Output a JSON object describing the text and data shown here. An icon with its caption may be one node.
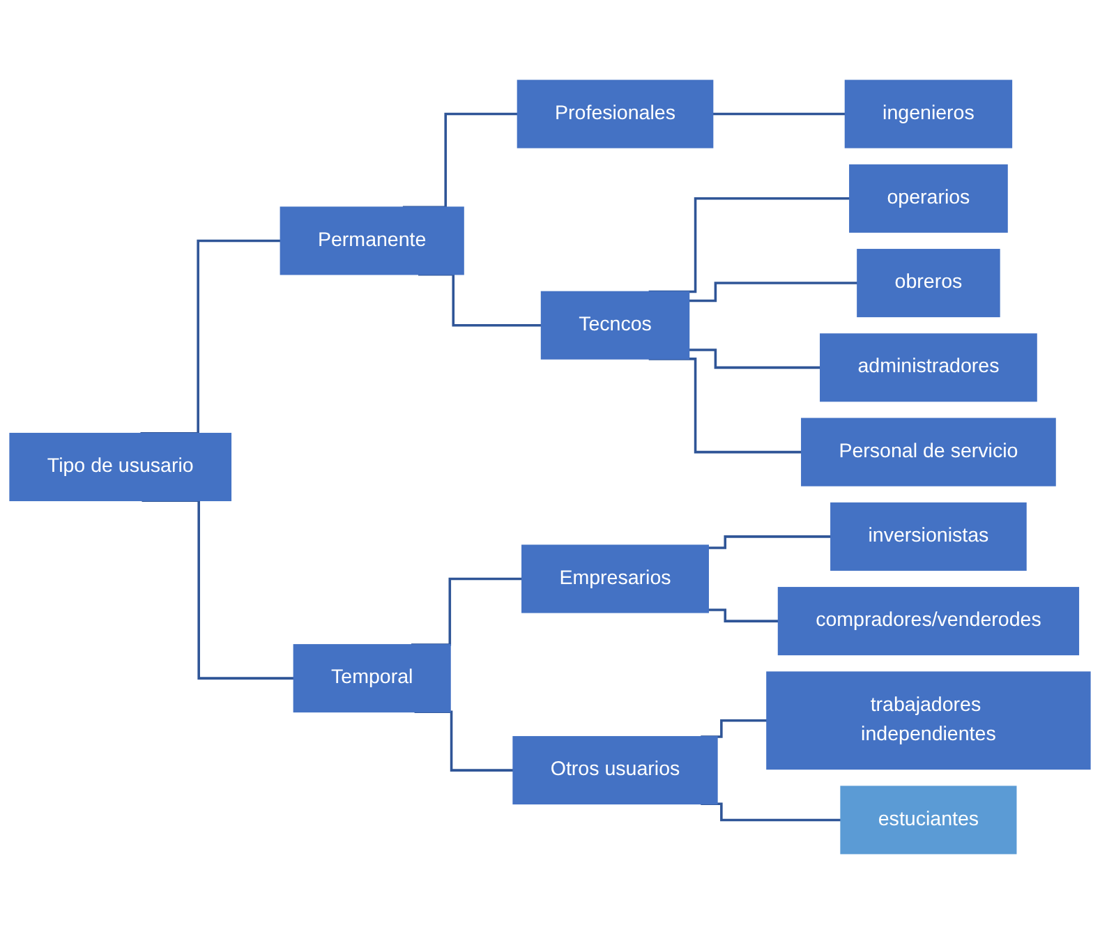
{
  "diagram": {
    "nodes": [
      {
        "text": [
          "Tipo de ususario"
        ]
      },
      {
        "text": [
          "Permanente"
        ]
      },
      {
        "text": [
          "Profesionales"
        ]
      },
      {
        "text": [
          "ingenieros"
        ]
      },
      {
        "text": [
          "Tecncos"
        ]
      },
      {
        "text": [
          "operarios"
        ]
      },
      {
        "text": [
          "obreros"
        ]
      },
      {
        "text": [
          "administradores"
        ]
      },
      {
        "text": [
          "Personal de servicio"
        ]
      },
      {
        "text": [
          "Temporal"
        ]
      },
      {
        "text": [
          "Empresarios"
        ]
      },
      {
        "text": [
          "inversionistas"
        ]
      },
      {
        "text": [
          "compradores/venderodes"
        ]
      },
      {
        "text": [
          "Otros usuarios"
        ]
      },
      {
        "text": [
          "trabajadores independientes"
        ]
      },
      {
        "text": [
          "estuciantes"
        ]
      }
    ],
    "edges": [
      {
        "from": 0,
        "to": 1,
        "arrow": "none"
      },
      {
        "from": 1,
        "to": 2,
        "arrow": "none"
      },
      {
        "from": 2,
        "to": 3,
        "arrow": "none"
      },
      {
        "from": 1,
        "to": 4,
        "arrow": "none"
      },
      {
        "from": 4,
        "to": 5,
        "arrow": "none"
      },
      {
        "from": 4,
        "to": 6,
        "arrow": "none"
      },
      {
        "from": 4,
        "to": 7,
        "arrow": "none"
      },
      {
        "from": 4,
        "to": 8,
        "arrow": "none"
      },
      {
        "from": 0,
        "to": 9,
        "arrow": "none"
      },
      {
        "from": 9,
        "to": 10,
        "arrow": "none"
      },
      {
        "from": 10,
        "to": 11,
        "arrow": "none"
      },
      {
        "from": 10,
        "to": 12,
        "arrow": "none"
      },
      {
        "from": 9,
        "to": 13,
        "arrow": "none"
      },
      {
        "from": 13,
        "to": 14,
        "arrow": "none"
      },
      {
        "from": 13,
        "to": 15,
        "arrow": "none"
      }
    ]
  }
}
